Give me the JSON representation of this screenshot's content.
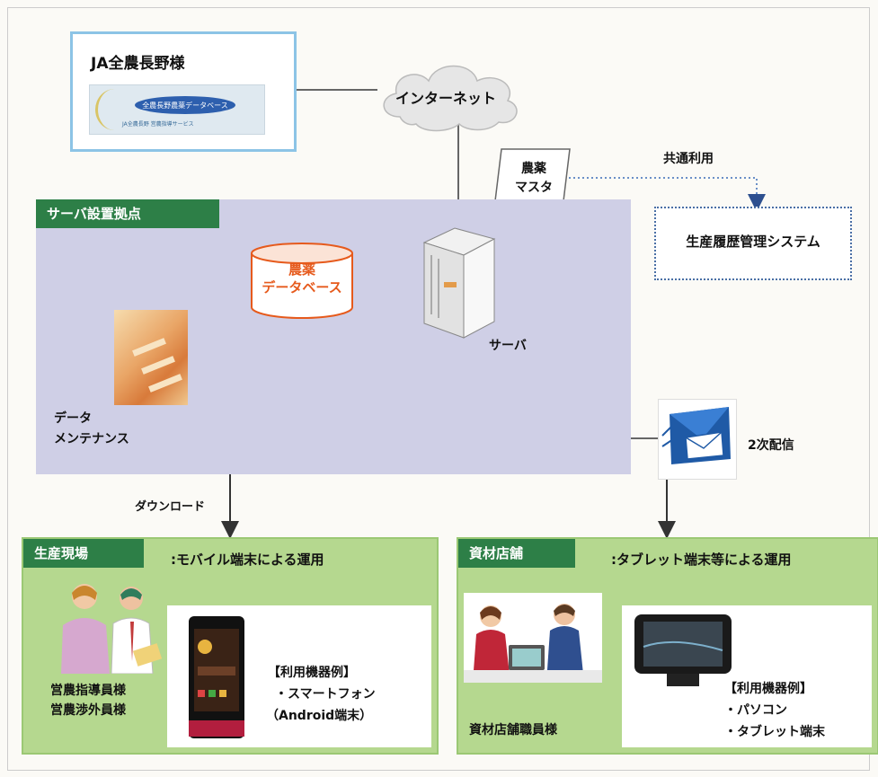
{
  "ja": {
    "title": "JA全農長野様",
    "banner_text": "全農長野農薬データベース",
    "banner_subtext": "JA全農長野 営農指導サービス"
  },
  "internet": {
    "label": "インターネット"
  },
  "master": {
    "line1": "農薬",
    "line2": "マスタ"
  },
  "common_use": {
    "label": "共通利用"
  },
  "history_system": {
    "label": "生産履歴管理システム"
  },
  "server_site": {
    "label": "サーバ設置拠点"
  },
  "database": {
    "line1": "農薬",
    "line2": "データベース"
  },
  "server": {
    "label": "サーバ"
  },
  "maintenance": {
    "line1": "データ",
    "line2": "メンテナンス"
  },
  "secondary": {
    "label": "2次配信"
  },
  "download": {
    "label": "ダウンロード"
  },
  "production": {
    "badge": "生産現場",
    "title": ":モバイル端末による運用",
    "people_line1": "営農指導員様",
    "people_line2": "営農渉外員様",
    "devices_heading": "【利用機器例】",
    "device1": "・スマートフォン",
    "device2": "（Android端末）"
  },
  "store": {
    "badge": "資材店舗",
    "title": ":タブレット端末等による運用",
    "people_line1": "資材店舗職員様",
    "devices_heading": "【利用機器例】",
    "device1": "・パソコン",
    "device2": "・タブレット端末"
  },
  "colors": {
    "badge_green": "#2d7f47",
    "panel_green": "#b5d88f",
    "server_area": "#cfcfe6",
    "db_orange": "#e65a1c",
    "dotted_blue": "#4a6fa5"
  }
}
